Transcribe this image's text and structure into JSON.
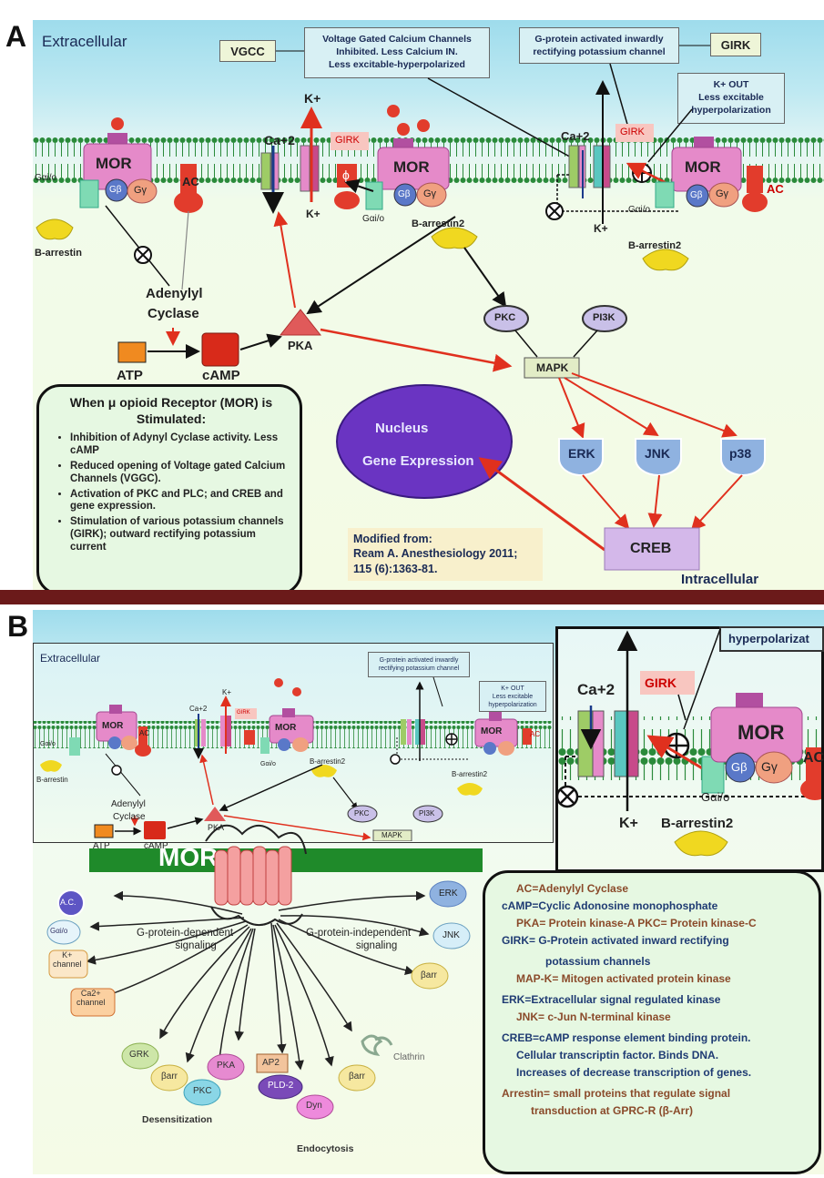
{
  "panelA": {
    "letter": "A",
    "extracellular": "Extracellular",
    "intracellular": "Intracellular",
    "vgcc_tag": "VGCC",
    "vgcc_note": [
      "Voltage Gated Calcium Channels",
      "Inhibited. Less Calcium IN.",
      "Less excitable-hyperpolarized"
    ],
    "girk_tag": "GIRK",
    "girk_note": [
      "G-protein activated inwardly",
      "rectifying potassium channel"
    ],
    "kout_note": [
      "K+ OUT",
      "Less excitable",
      "hyperpolarization"
    ],
    "mor": "MOR",
    "ac": "AC",
    "gb": "Gβ",
    "gy": "Gγ",
    "gai": "Gαi/o",
    "ca": "Ca+2",
    "k": "K+",
    "girk": "GIRK",
    "phi": "ϕ",
    "barrestin": "B-arrestin",
    "barrestin2": "B-arrestin2",
    "adenylyl": "Adenylyl",
    "cyclase": "Cyclase",
    "atp": "ATP",
    "camp": "cAMP",
    "pka": "PKA",
    "pkc": "PKC",
    "pi3k": "PI3K",
    "mapk": "MAPK",
    "erk": "ERK",
    "jnk": "JNK",
    "p38": "p38",
    "creb": "CREB",
    "nucleus": "Nucleus",
    "gene_expression": "Gene Expression",
    "summary_title": [
      "When μ opioid Receptor (MOR) is",
      "Stimulated:"
    ],
    "summary_items": [
      "Inhibition of Adynyl Cyclase activity. Less cAMP",
      "Reduced opening of Voltage gated Calcium Channels (VGGC).",
      "Activation of PKC and PLC; and CREB and gene expression.",
      "Stimulation of various potassium channels (GIRK); outward rectifying potassium current"
    ],
    "citation": [
      "Modified from:",
      "Ream A. Anesthesiology 2011;",
      "115 (6):1363-81."
    ]
  },
  "panelB": {
    "letter": "B",
    "extracellular": "Extracellular",
    "girk_note": [
      "G-protein activated inwardly",
      "rectifying potassium channel"
    ],
    "kout_note": [
      "K+ OUT",
      "Less excitable",
      "hyperpolarization"
    ],
    "hyper_label": "hyperpolarizat",
    "mor": "MOR",
    "ac": "AC",
    "gb": "Gβ",
    "gy": "Gγ",
    "gai": "Gαi/o",
    "ca": "Ca+2",
    "k": "K+",
    "girk": "GIRK",
    "barrestin": "B-arrestin",
    "barrestin2": "B-arrestin2",
    "adenylyl": "Adenylyl",
    "cyclase": "Cyclase",
    "atp": "ATP",
    "camp": "cAMP",
    "pka": "PKA",
    "pkc": "PKC",
    "pi3k": "PI3K",
    "mapk": "MAPK",
    "mor_bar": "MOR",
    "gdep": [
      "G-protein-dependent",
      "signaling"
    ],
    "gindep": [
      "G-protein-independent",
      "signaling"
    ],
    "ac_node": "A.C.",
    "gai_node": "Gαi/o",
    "k_channel": [
      "K+",
      "channel"
    ],
    "ca_channel": [
      "Ca2+",
      "channel"
    ],
    "grk": "GRK",
    "barr": "βarr",
    "pka_node": "PKA",
    "pkc_node": "PKC",
    "ap2": "AP2",
    "pld2": "PLD-2",
    "dyn": "Dyn",
    "clathrin": "Clathrin",
    "erk": "ERK",
    "jnk": "JNK",
    "desensitization": "Desensitization",
    "endocytosis": "Endocytosis",
    "legend": [
      {
        "text": "AC=Adenylyl Cyclase",
        "color": "#8a4a2a"
      },
      {
        "text": "cAMP=Cyclic Adonosine monophosphate",
        "color": "#1f3b73"
      },
      {
        "text": "PKA= Protein kinase-A     PKC= Protein kinase-C",
        "color": "#8a4a2a"
      },
      {
        "text": "GIRK= G-Protein activated inward rectifying",
        "color": "#1f3b73"
      },
      {
        "text": "potassium channels",
        "color": "#1f3b73"
      },
      {
        "text": "MAP-K= Mitogen activated protein kinase",
        "color": "#8a4a2a"
      },
      {
        "text": "ERK=Extracellular signal regulated kinase",
        "color": "#1f3b73"
      },
      {
        "text": "JNK= c-Jun N-terminal kinase",
        "color": "#8a4a2a"
      },
      {
        "text": "CREB=cAMP response element binding protein.",
        "color": "#1f3b73"
      },
      {
        "text": "Cellular transcriptin factor. Binds DNA.",
        "color": "#1f3b73"
      },
      {
        "text": "Increases of decrease transcription of genes.",
        "color": "#1f3b73"
      },
      {
        "text": "Arrestin= small proteins that regulate signal",
        "color": "#8a4a2a"
      },
      {
        "text": "transduction at GPRC-R (β-Arr)",
        "color": "#8a4a2a"
      }
    ]
  },
  "colors": {
    "divider": "#6b1a1a",
    "arrow_red": "#e0301e",
    "mor_pink": "#e58ac9",
    "membrane_green": "#1f8a2a"
  }
}
